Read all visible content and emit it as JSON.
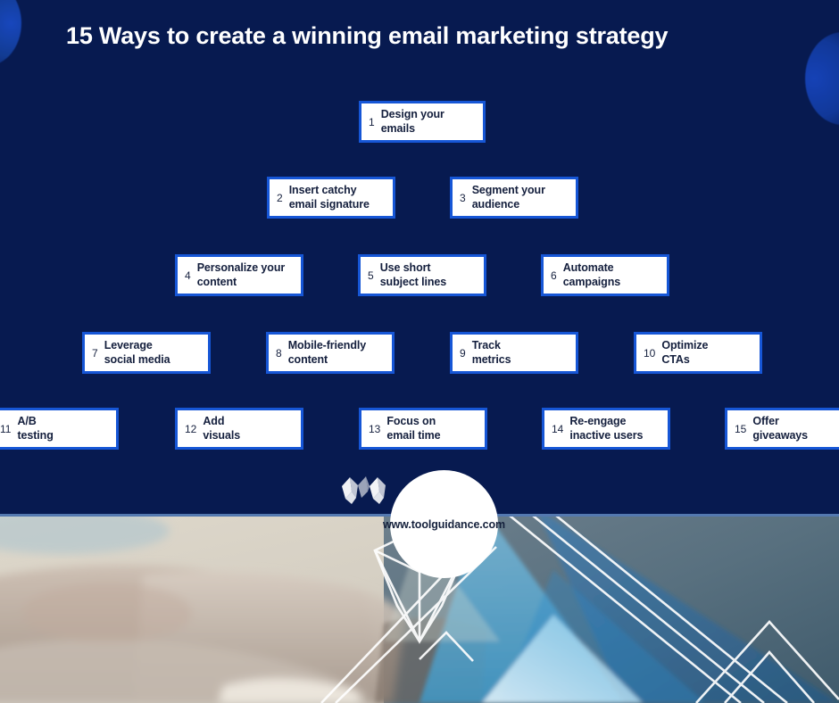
{
  "page": {
    "title": "15 Ways to create a winning email marketing strategy",
    "background_color": "#071a50",
    "card_border_color": "#1656d6",
    "card_fill_color": "#ffffff",
    "text_color": "#141f3d"
  },
  "logo": {
    "icon": "angular-m-logo-icon",
    "url": "www.toolguidance.com"
  },
  "steps": [
    {
      "number": "1",
      "label": "Design your emails",
      "line1": "Design your",
      "line2": "emails"
    },
    {
      "number": "2",
      "label": "Insert catchy email signature",
      "line1": "Insert catchy",
      "line2": "email signature"
    },
    {
      "number": "3",
      "label": "Segment your audience",
      "line1": "Segment your",
      "line2": "audience"
    },
    {
      "number": "4",
      "label": "Personalize your content",
      "line1": "Personalize your",
      "line2": "content"
    },
    {
      "number": "5",
      "label": "Use short subject lines",
      "line1": "Use short",
      "line2": "subject lines"
    },
    {
      "number": "6",
      "label": "Automate campaigns",
      "line1": "Automate",
      "line2": "campaigns"
    },
    {
      "number": "7",
      "label": "Leverage social media",
      "line1": "Leverage",
      "line2": "social media"
    },
    {
      "number": "8",
      "label": "Mobile-friendly content",
      "line1": "Mobile-friendly",
      "line2": "content"
    },
    {
      "number": "9",
      "label": "Track metrics",
      "line1": "Track",
      "line2": "metrics"
    },
    {
      "number": "10",
      "label": "Optimize CTAs",
      "line1": "Optimize",
      "line2": "CTAs"
    },
    {
      "number": "11",
      "label": "A/B testing",
      "line1": "A/B",
      "line2": "testing"
    },
    {
      "number": "12",
      "label": "Add visuals",
      "line1": "Add",
      "line2": "visuals"
    },
    {
      "number": "13",
      "label": "Focus on email time",
      "line1": "Focus on",
      "line2": "email time"
    },
    {
      "number": "14",
      "label": "Re-engage inactive users",
      "line1": "Re-engage",
      "line2": "inactive users"
    },
    {
      "number": "15",
      "label": "Offer giveaways",
      "line1": "Offer",
      "line2": "giveaways"
    }
  ],
  "photo": {
    "description": "blurred hands typing on a laptop keyboard with blue geometric overlay shapes and white wireframe line art"
  }
}
